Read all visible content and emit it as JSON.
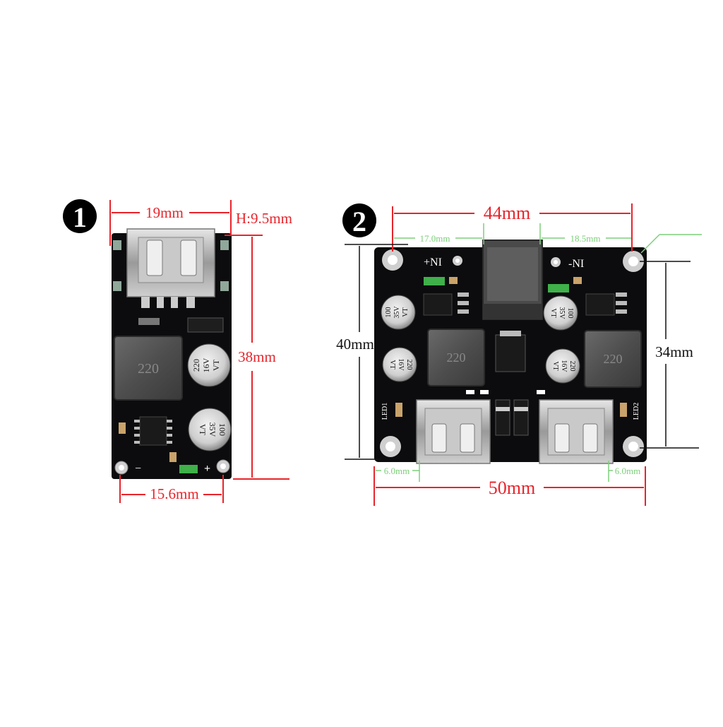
{
  "badges": {
    "board1": "1",
    "board2": "2"
  },
  "board1": {
    "dim_width_top": "19mm",
    "dim_height_component": "H:9.5mm",
    "dim_length": "38mm",
    "dim_hole_spacing": "15.6mm",
    "inductor_marking": "220",
    "cap_upper": {
      "line1": "220",
      "line2": "16V",
      "line3": "VT"
    },
    "cap_lower": {
      "line1": "100",
      "line2": "35V",
      "line3": "VT"
    },
    "pin_minus": "−",
    "pin_plus": "+"
  },
  "board2": {
    "dim_hole_spacing_x": "44mm",
    "dim_left_offset": "17.0mm",
    "dim_right_offset": "18.5mm",
    "dim_height": "40mm",
    "dim_hole_spacing_y": "34mm",
    "dim_width": "50mm",
    "dim_edge_left": "6.0mm",
    "dim_edge_right": "6.0mm",
    "silk_in_plus": "+NI",
    "silk_in_minus": "-NI",
    "silk_led1": "LED1",
    "silk_led2": "LED2",
    "inductor_left": "220",
    "inductor_right": "220",
    "cap_top_left": {
      "line1": "100",
      "line2": "35V",
      "line3": "VT"
    },
    "cap_top_right": {
      "line1": "100",
      "line2": "35V",
      "line3": "VT"
    },
    "cap_mid_left": {
      "line1": "220",
      "line2": "16V",
      "line3": "VT"
    },
    "cap_mid_right": {
      "line1": "220",
      "line2": "16V",
      "line3": "VT"
    }
  },
  "colors": {
    "dimension_red": "#e8242b",
    "dimension_green": "#7ccf7a",
    "dimension_black": "#111111",
    "pcb": "#0c0c0e"
  }
}
